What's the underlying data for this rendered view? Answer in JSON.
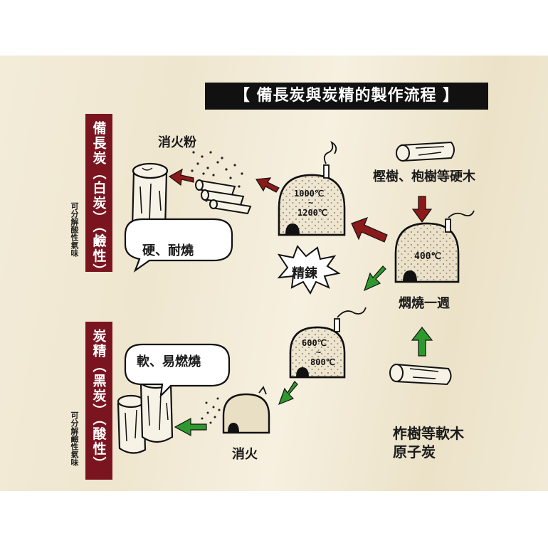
{
  "title": "【 備長炭與炭精的製作流程 】",
  "binchotan": {
    "label": "備長炭（白炭）（鹼性）",
    "note": "可分解酸性氣味"
  },
  "charcoal_essence": {
    "label": "炭精（黑炭）（酸性）",
    "note": "可分解鹼性氣味"
  },
  "labels": {
    "extinguish_powder": "消火粉",
    "hard_wood": "樫樹、枹樹等硬木",
    "hard_property": "硬、耐燒",
    "refine": "精鍊",
    "smolder": "燜燒一週",
    "soft_property": "軟、易燃燒",
    "extinguish": "消火",
    "soft_wood_line1": "柞樹等軟木",
    "soft_wood_line2": "原子炭"
  },
  "kiln_temps": {
    "refine_top": "1000℃",
    "refine_tilde": "~",
    "refine_bottom": "1200℃",
    "smolder": "400℃",
    "soft_top": "600℃",
    "soft_tilde": "~",
    "soft_bottom": "800℃"
  },
  "colors": {
    "dark_red": "#7a1520",
    "arrow_red": "#8b1a1a",
    "arrow_green": "#2e9a2e",
    "title_bg": "#111111"
  }
}
